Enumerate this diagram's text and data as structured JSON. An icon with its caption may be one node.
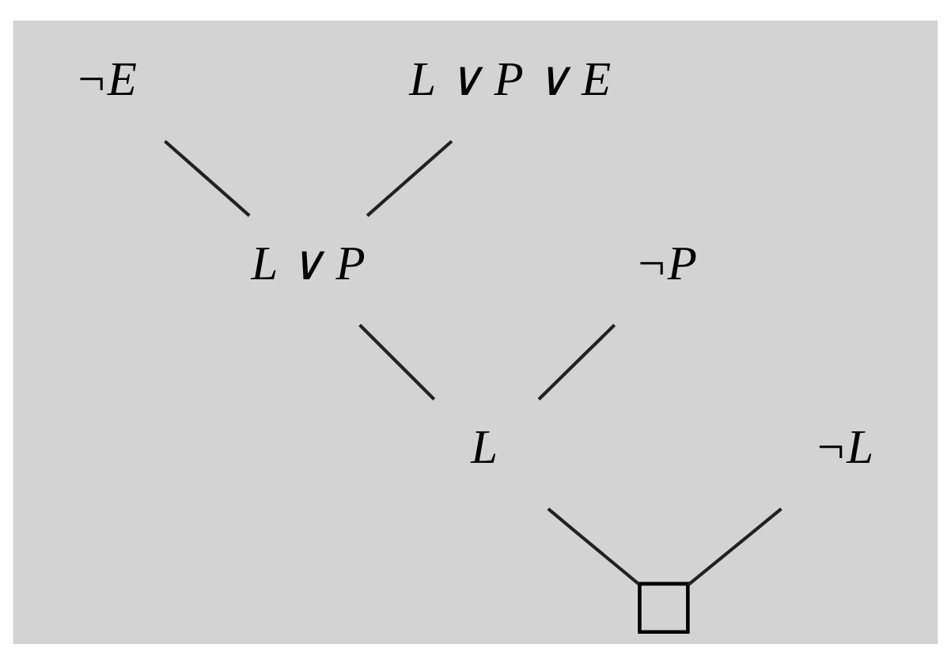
{
  "diagram": {
    "nodes": [
      {
        "text": [
          "¬E"
        ]
      },
      {
        "text": [
          "L ∨ P ∨ E"
        ]
      },
      {
        "text": [
          "L ∨ P"
        ]
      },
      {
        "text": [
          "¬P"
        ]
      },
      {
        "text": [
          "L"
        ]
      },
      {
        "text": [
          "¬L"
        ]
      },
      {
        "text": [],
        "shape": "box"
      }
    ],
    "edges": [
      {
        "from": 0,
        "to": 2,
        "arrow": "none"
      },
      {
        "from": 1,
        "to": 2,
        "arrow": "none"
      },
      {
        "from": 2,
        "to": 4,
        "arrow": "none"
      },
      {
        "from": 3,
        "to": 4,
        "arrow": "none"
      },
      {
        "from": 4,
        "to": 6,
        "arrow": "none"
      },
      {
        "from": 5,
        "to": 6,
        "arrow": "none"
      }
    ]
  }
}
